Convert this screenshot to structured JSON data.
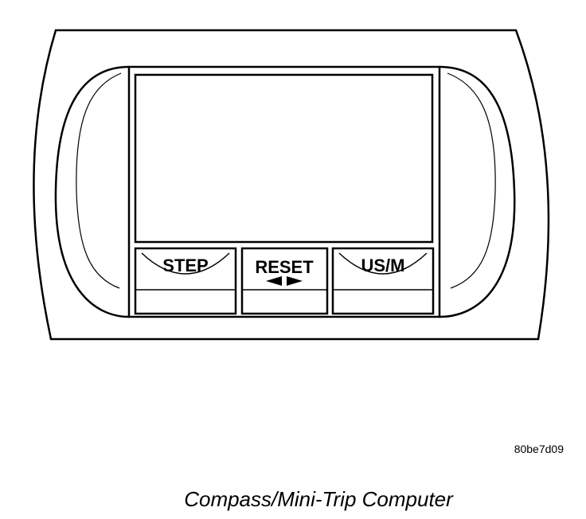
{
  "buttons": {
    "step": "STEP",
    "reset": "RESET",
    "usm": "US/M"
  },
  "figure_code": "80be7d09",
  "caption": "Compass/Mini-Trip Computer"
}
